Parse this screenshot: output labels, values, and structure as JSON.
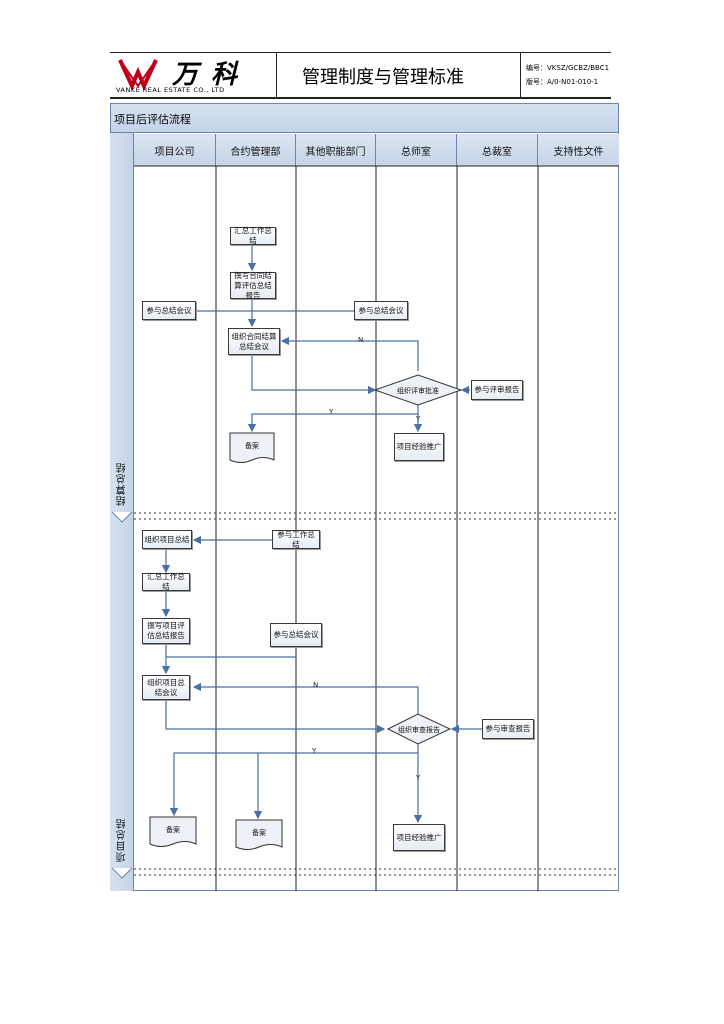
{
  "header": {
    "brand_cn": "万 科",
    "brand_en": "VANKE REAL ESTATE CO., LTD",
    "title": "管理制度与管理标准",
    "doc_no_label": "编号：VKSZ/GCBZ/BBC1",
    "version_label": "版号：A/0-N01-010-1"
  },
  "flowchart": {
    "title": "项目后评估流程",
    "lanes": [
      "项目公司",
      "合约管理部",
      "其他职能部门",
      "总师室",
      "总裁室",
      "支持性文件"
    ],
    "phases": [
      "结算总结",
      "项目总结"
    ],
    "nodes": {
      "n1": "汇总工作总结",
      "n2": "撰写合同结算评估总结报告",
      "n3": "参与总结会议",
      "n4": "参与总结会议",
      "n5": "组织合同结算总结会议",
      "n6": "组织评审批准",
      "n7": "参与评审报告",
      "n8": "备案",
      "n9": "项目经验推广",
      "n10": "组织项目总结",
      "n11": "参与工作总结",
      "n12": "汇总工作总结",
      "n13": "撰写项目评估总结报告",
      "n14": "参与总结会议",
      "n15": "组织项目总结会议",
      "n16": "组织审查报告",
      "n17": "参与审查报告",
      "n18": "备案",
      "n19": "备案",
      "n20": "项目经验推广"
    },
    "edge_labels": {
      "e1": "N",
      "e2": "Y",
      "e3": "Y",
      "e4": "N",
      "e5": "Y",
      "e6": "Y"
    }
  }
}
